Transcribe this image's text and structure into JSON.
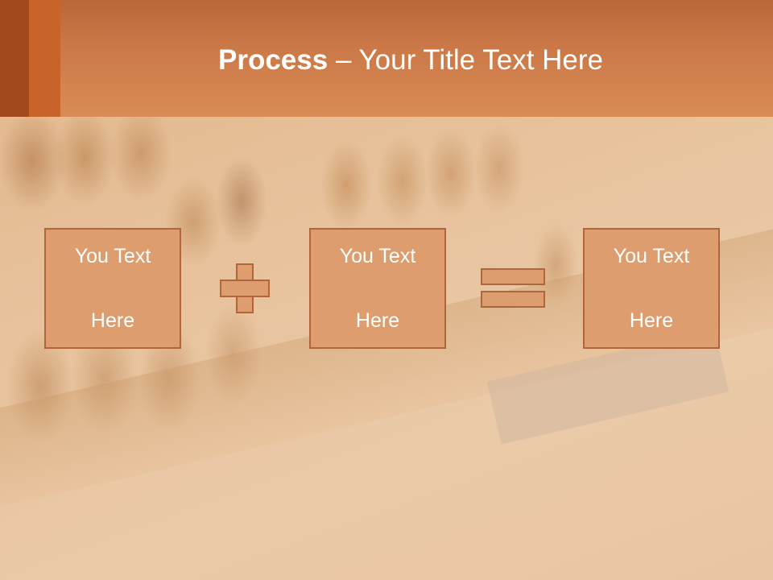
{
  "header": {
    "title_bold": "Process",
    "title_rest": " – Your Title Text Here"
  },
  "process": {
    "boxes": [
      {
        "line1": "You Text",
        "line2": "Here"
      },
      {
        "line1": "You Text",
        "line2": "Here"
      },
      {
        "line1": "You Text",
        "line2": "Here"
      }
    ],
    "operators": [
      "plus-icon",
      "equals-icon"
    ]
  },
  "colors": {
    "title_bar": "#d98c55",
    "accent_dark": "#a24a1e",
    "accent": "#c8642a",
    "box_fill": "#dd9d6e",
    "box_border": "#b0653b",
    "text": "#ffffff"
  }
}
